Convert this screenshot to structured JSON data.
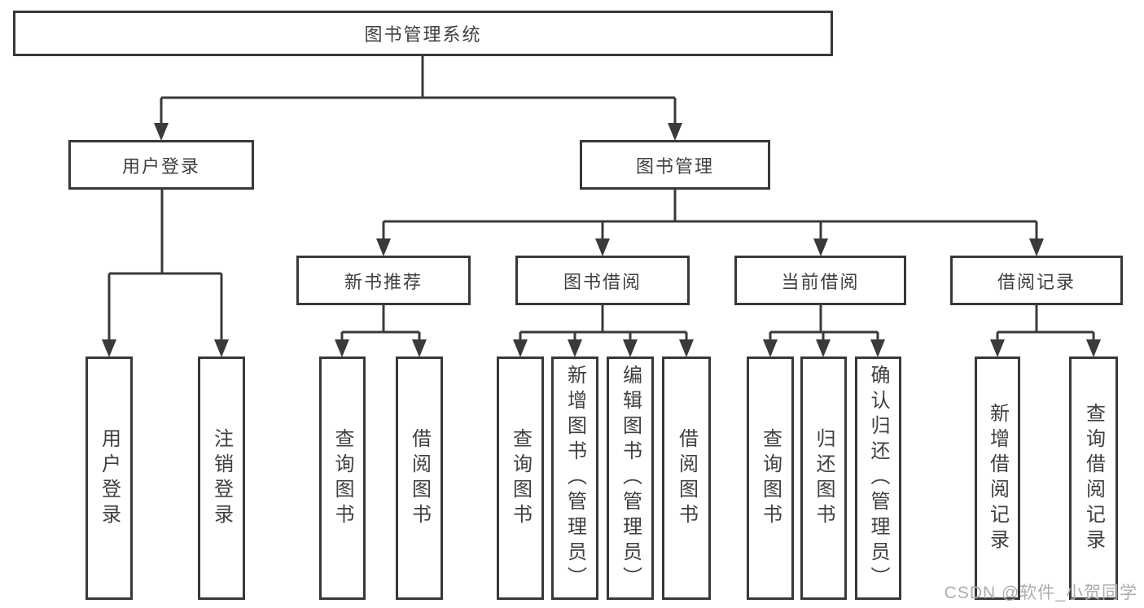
{
  "colors": {
    "line": "#3a3a3a",
    "box_border": "#383838",
    "text": "#3f3f3f",
    "watermark": "#a8adb5",
    "background": "#ffffff"
  },
  "diagram": {
    "root": {
      "label": "图书管理系统"
    },
    "user": {
      "label": "用户登录",
      "children": [
        "用户登录",
        "注销登录"
      ]
    },
    "book": {
      "label": "图书管理",
      "groups": [
        {
          "label": "新书推荐",
          "children": [
            "查询图书",
            "借阅图书"
          ]
        },
        {
          "label": "图书借阅",
          "children": [
            "查询图书",
            "新增图书（管理员）",
            "编辑图书（管理员）",
            "借阅图书"
          ]
        },
        {
          "label": "当前借阅",
          "children": [
            "查询图书",
            "归还图书",
            "确认归还（管理员）"
          ]
        },
        {
          "label": "借阅记录",
          "children": [
            "新增借阅记录",
            "查询借阅记录"
          ]
        }
      ]
    }
  },
  "watermark": {
    "text": "CSDN @软件_小贺同学"
  }
}
